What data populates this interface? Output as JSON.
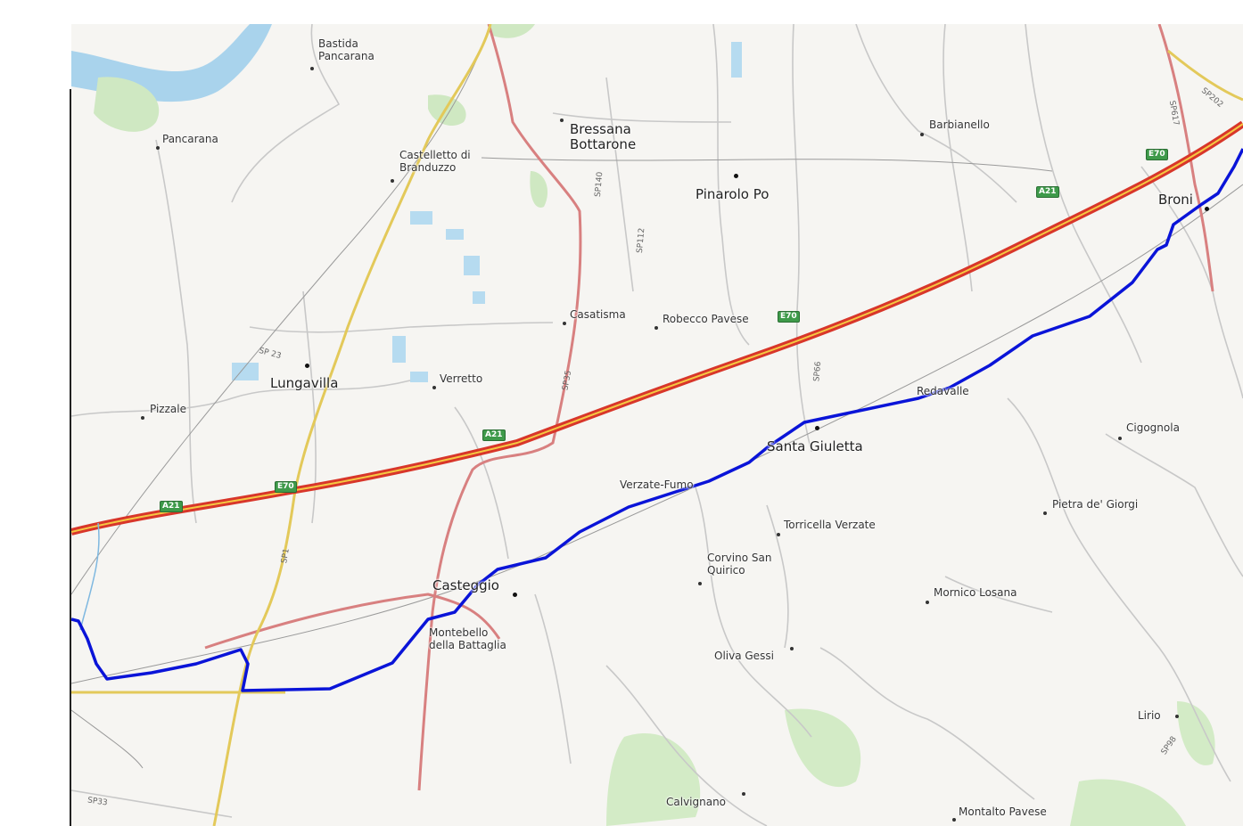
{
  "places": [
    {
      "id": "bastida-pancarana",
      "label": "Bastida\nPancarana",
      "size": "small"
    },
    {
      "id": "pancarana",
      "label": "Pancarana",
      "size": "small"
    },
    {
      "id": "castelletto-di-branduzzo",
      "label": "Castelletto di\nBranduzzo",
      "size": "small"
    },
    {
      "id": "bressana-bottarone",
      "label": "Bressana\nBottarone",
      "size": "big"
    },
    {
      "id": "pinarolo-po",
      "label": "Pinarolo Po",
      "size": "big"
    },
    {
      "id": "barbianello",
      "label": "Barbianello",
      "size": "small"
    },
    {
      "id": "broni",
      "label": "Broni",
      "size": "big"
    },
    {
      "id": "casatisma",
      "label": "Casatisma",
      "size": "small"
    },
    {
      "id": "robecco-pavese",
      "label": "Robecco Pavese",
      "size": "small"
    },
    {
      "id": "lungavilla",
      "label": "Lungavilla",
      "size": "big"
    },
    {
      "id": "verretto",
      "label": "Verretto",
      "size": "small"
    },
    {
      "id": "pizzale",
      "label": "Pizzale",
      "size": "small"
    },
    {
      "id": "redavalle",
      "label": "Redavalle",
      "size": "small"
    },
    {
      "id": "santa-giuletta",
      "label": "Santa Giuletta",
      "size": "big"
    },
    {
      "id": "cigognola",
      "label": "Cigognola",
      "size": "small"
    },
    {
      "id": "verzate-fumo",
      "label": "Verzate-Fumo",
      "size": "small"
    },
    {
      "id": "torricella-verzate",
      "label": "Torricella Verzate",
      "size": "small"
    },
    {
      "id": "pietra-de-giorgi",
      "label": "Pietra de' Giorgi",
      "size": "small"
    },
    {
      "id": "corvino-san-quirico",
      "label": "Corvino San\nQuirico",
      "size": "small"
    },
    {
      "id": "casteggio",
      "label": "Casteggio",
      "size": "big"
    },
    {
      "id": "montebello-della-battaglia",
      "label": "Montebello\ndella Battaglia",
      "size": "small"
    },
    {
      "id": "mornico-losana",
      "label": "Mornico Losana",
      "size": "small"
    },
    {
      "id": "oliva-gessi",
      "label": "Oliva Gessi",
      "size": "small"
    },
    {
      "id": "lirio",
      "label": "Lirio",
      "size": "small"
    },
    {
      "id": "calvignano",
      "label": "Calvignano",
      "size": "small"
    },
    {
      "id": "montalto-pavese",
      "label": "Montalto Pavese",
      "size": "small"
    }
  ],
  "road_shields": [
    {
      "id": "a21-1",
      "label": "A21"
    },
    {
      "id": "e70-1",
      "label": "E70"
    },
    {
      "id": "a21-2",
      "label": "A21"
    },
    {
      "id": "e70-2",
      "label": "E70"
    },
    {
      "id": "a21-3",
      "label": "A21"
    },
    {
      "id": "e70-3",
      "label": "E70"
    }
  ],
  "road_refs": [
    {
      "id": "sp-23",
      "label": "SP 23"
    },
    {
      "id": "sp35",
      "label": "SP35"
    },
    {
      "id": "sp140",
      "label": "SP140"
    },
    {
      "id": "sp112",
      "label": "SP112"
    },
    {
      "id": "sp66",
      "label": "SP66"
    },
    {
      "id": "sp1",
      "label": "SP1"
    },
    {
      "id": "sp33",
      "label": "SP33"
    },
    {
      "id": "sp617",
      "label": "SP617"
    },
    {
      "id": "sp202",
      "label": "SP202"
    },
    {
      "id": "sp98",
      "label": "SP98"
    }
  ],
  "colors": {
    "route_line": "#0a14d8",
    "motorway": "#d8362a",
    "motorway_core": "#f5c842",
    "primary_road": "#d88080",
    "secondary_road": "#e3c95a",
    "river": "#a9d3ec",
    "forest": "#c7e6b8"
  }
}
